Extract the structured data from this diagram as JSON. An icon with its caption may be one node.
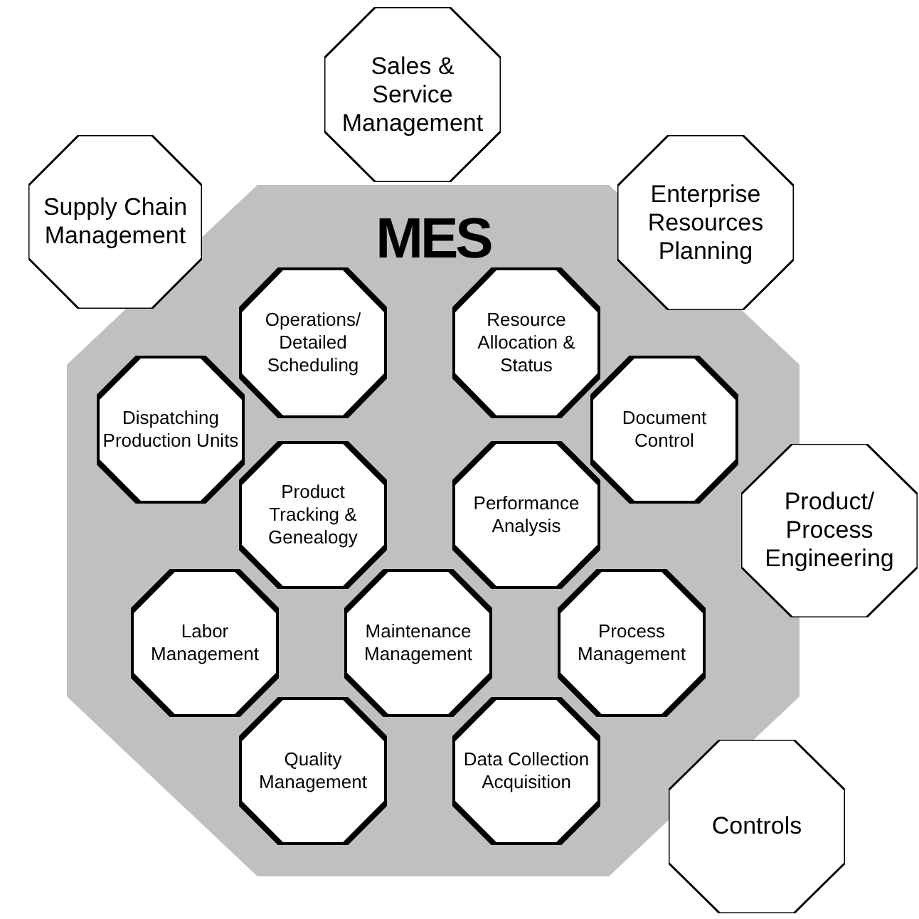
{
  "diagram": {
    "nodes": [
      {
        "text": [
          "Sales & Service Management"
        ]
      },
      {
        "text": [
          "Supply Chain Management"
        ]
      },
      {
        "text": [
          "Enterprise Resources Planning"
        ]
      },
      {
        "text": [
          "MES"
        ]
      },
      {
        "text": [
          "Operations/ Detailed Scheduling"
        ],
        "in": 3
      },
      {
        "text": [
          "Resource Allocation & Status"
        ],
        "in": 3
      },
      {
        "text": [
          "Dispatching Production Units"
        ],
        "in": 3
      },
      {
        "text": [
          "Document Control"
        ],
        "in": 3
      },
      {
        "text": [
          "Product Tracking & Genealogy"
        ],
        "in": 3
      },
      {
        "text": [
          "Performance Analysis"
        ],
        "in": 3
      },
      {
        "text": [
          "Product/ Process Engineering"
        ]
      },
      {
        "text": [
          "Labor Management"
        ],
        "in": 3
      },
      {
        "text": [
          "Maintenance Management"
        ],
        "in": 3
      },
      {
        "text": [
          "Process Management"
        ],
        "in": 3
      },
      {
        "text": [
          "Quality Management"
        ],
        "in": 3
      },
      {
        "text": [
          "Data Collection Acquisition"
        ],
        "in": 3
      },
      {
        "text": [
          "Controls"
        ]
      }
    ]
  }
}
